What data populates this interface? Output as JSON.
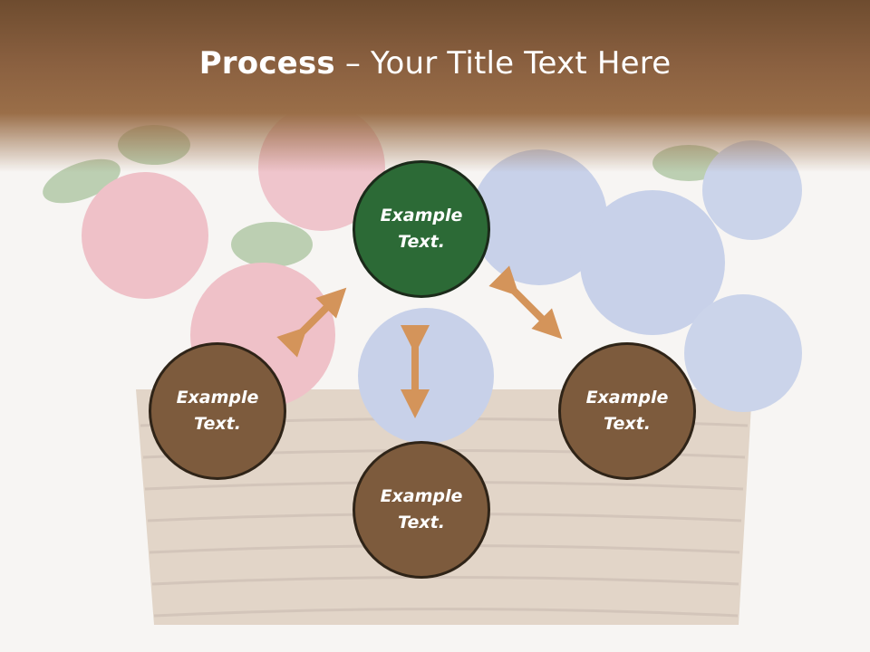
{
  "slide": {
    "title_bold": "Process",
    "title_rest": " – Your Title Text Here"
  },
  "nodes": {
    "top": "Example Text.",
    "left": "Example Text.",
    "right": "Example Text.",
    "bottom": "Example Text."
  },
  "colors": {
    "header_brown": "#8a6040",
    "node_brown": "#7d5b3d",
    "node_green": "#2c6a36",
    "arrow_tan": "#d4945a"
  },
  "background_image": "flower-basket-illustration"
}
